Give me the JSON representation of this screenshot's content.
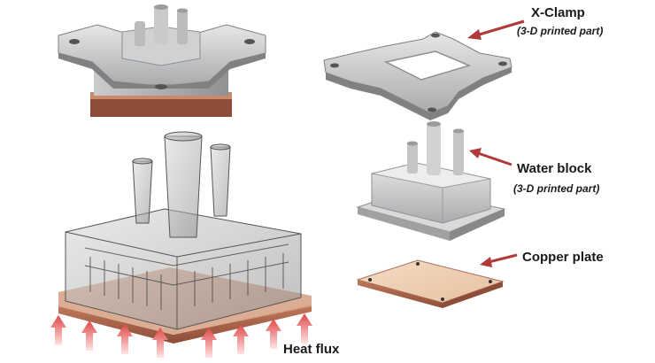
{
  "labels": {
    "xclamp": "X-Clamp",
    "xclamp_sub": "(3-D printed part)",
    "water_block": "Water block",
    "water_block_sub": "(3-D printed part)",
    "copper_plate": "Copper plate",
    "heat_flux": "Heat flux"
  },
  "colors": {
    "pointer_arrow": "#b03a3a",
    "heat_arrow": "#e25c5c",
    "copper": "#c98a6a",
    "copper_light": "#efcfb3",
    "plastic": "#bfc1c3",
    "transparent_body": "#9a9a9a"
  },
  "icons": {
    "pointer": "arrow-pointer-icon",
    "heat": "arrow-up-icon"
  }
}
